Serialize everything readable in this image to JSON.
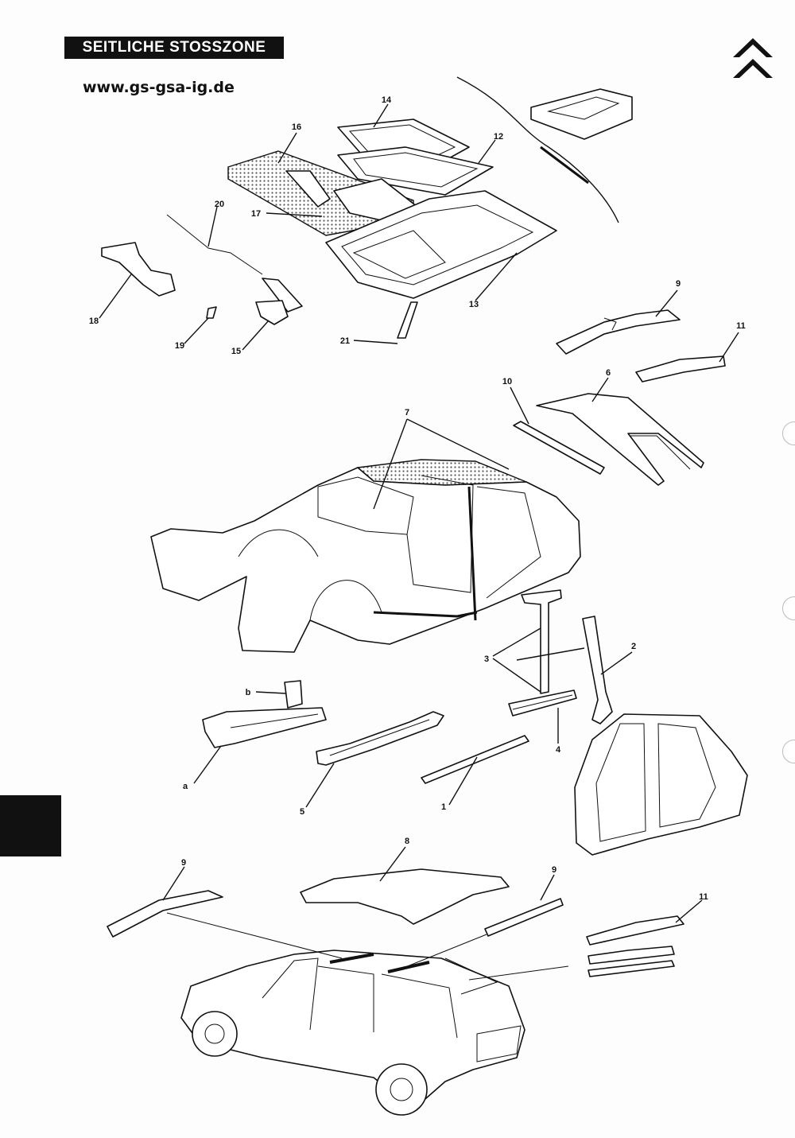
{
  "header": {
    "title": "SEITLICHE STOSSZONE",
    "website": "www.gs-gsa-ig.de"
  },
  "logo": {
    "icon": "citroen-double-chevron-icon"
  },
  "callouts": {
    "c1": "1",
    "c2": "2",
    "c3": "3",
    "c4": "4",
    "c5": "5",
    "c6": "6",
    "c7": "7",
    "c8": "8",
    "c9a": "9",
    "c9b": "9",
    "c9c": "9",
    "c10": "10",
    "c11a": "11",
    "c11b": "11",
    "c12": "12",
    "c13": "13",
    "c14": "14",
    "c15": "15",
    "c16": "16",
    "c17": "17",
    "c18": "18",
    "c19": "19",
    "c20": "20",
    "c21": "21",
    "ca": "a",
    "cb": "b"
  }
}
